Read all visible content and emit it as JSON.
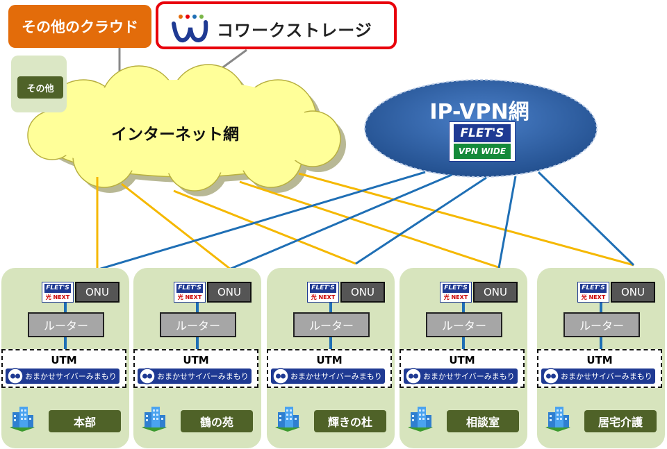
{
  "top": {
    "other_cloud": "その他のクラウド",
    "cowork_storage": "コワークストレージ",
    "other": "その他"
  },
  "networks": {
    "internet": "インターネット網",
    "vpn": "IP-VPN網",
    "vpn_badge_top": "FLET'S",
    "vpn_badge_bottom": "VPN WIDE"
  },
  "equipment": {
    "flets_top": "FLET'S",
    "flets_bottom": "光 NEXT",
    "onu": "ONU",
    "router": "ルーター",
    "utm": "UTM",
    "omakase": "おまかせサイバーみまもり"
  },
  "sites": [
    {
      "name": "本部"
    },
    {
      "name": "鶴の苑"
    },
    {
      "name": "輝きの杜"
    },
    {
      "name": "相談室"
    },
    {
      "name": "居宅介護"
    }
  ],
  "colors": {
    "internet_line": "#f5b800",
    "vpn_line": "#1f6fb5",
    "site_panel": "#d7e4bd",
    "site_label": "#4f6228",
    "accent_orange": "#e36c0a",
    "accent_red": "#e8000b"
  }
}
